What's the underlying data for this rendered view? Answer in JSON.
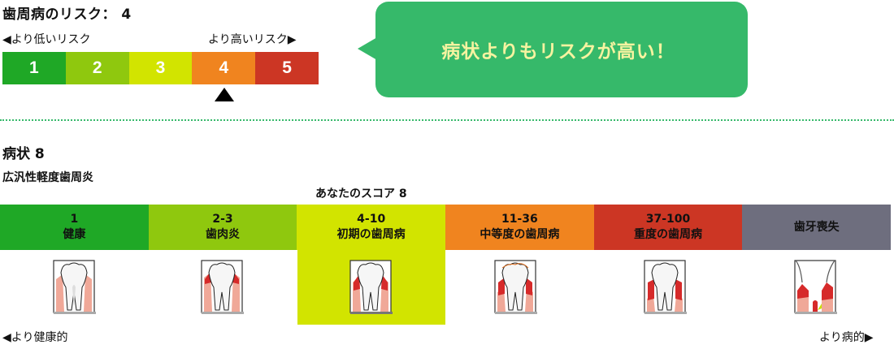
{
  "risk": {
    "title": "歯周病のリスク： 4",
    "lower_label": "◀より低いリスク",
    "higher_label": "より高いリスク▶",
    "current_level": 4,
    "levels": [
      {
        "label": "1",
        "color": "#1fa826"
      },
      {
        "label": "2",
        "color": "#8fc80e"
      },
      {
        "label": "3",
        "color": "#d2e400"
      },
      {
        "label": "4",
        "color": "#f0841f"
      },
      {
        "label": "5",
        "color": "#cc3624"
      }
    ]
  },
  "callout": {
    "text": "病状よりもリスクが高い！",
    "color": "#36b96a",
    "text_color": "#f6f3a0"
  },
  "condition": {
    "title": "病状 8",
    "diagnosis": "広汎性軽度歯周炎",
    "score_label": "あなたのスコア 8",
    "current_stage": 2,
    "stages": [
      {
        "range": "1",
        "name": "健康",
        "color": "#1fa826",
        "icon": "healthy-tooth-icon"
      },
      {
        "range": "2-3",
        "name": "歯肉炎",
        "color": "#8fc80e",
        "icon": "gingivitis-tooth-icon"
      },
      {
        "range": "4-10",
        "name": "初期の歯周病",
        "color": "#d2e400",
        "icon": "early-periodontitis-tooth-icon"
      },
      {
        "range": "11-36",
        "name": "中等度の歯周病",
        "color": "#f0841f",
        "icon": "moderate-periodontitis-tooth-icon"
      },
      {
        "range": "37-100",
        "name": "重度の歯周病",
        "color": "#cc3624",
        "icon": "severe-periodontitis-tooth-icon"
      },
      {
        "range": "",
        "name": "歯牙喪失",
        "color": "#6e6e7e",
        "icon": "tooth-loss-icon"
      }
    ],
    "healthier_label": "◀より健康的",
    "sicker_label": "より病的▶"
  }
}
